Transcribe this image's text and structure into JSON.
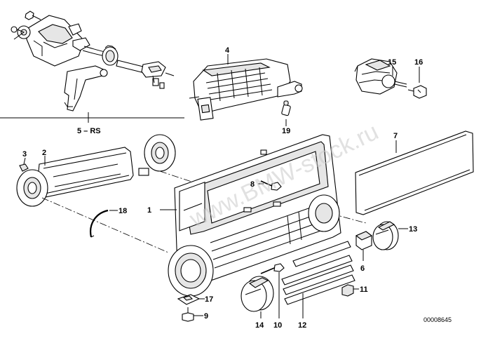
{
  "diagram": {
    "callouts": {
      "p1": "1",
      "p2": "2",
      "p3": "3",
      "p4": "4",
      "p5": "5 – RS",
      "p6": "6",
      "p7": "7",
      "p8": "8",
      "p9": "9",
      "p10": "10",
      "p11": "11",
      "p12": "12",
      "p13": "13",
      "p14": "14",
      "p15": "15",
      "p16": "16",
      "p17": "17",
      "p18": "18",
      "p19": "19"
    },
    "reference_number": "00008645",
    "watermark": "www.BMW-stock.ru"
  }
}
